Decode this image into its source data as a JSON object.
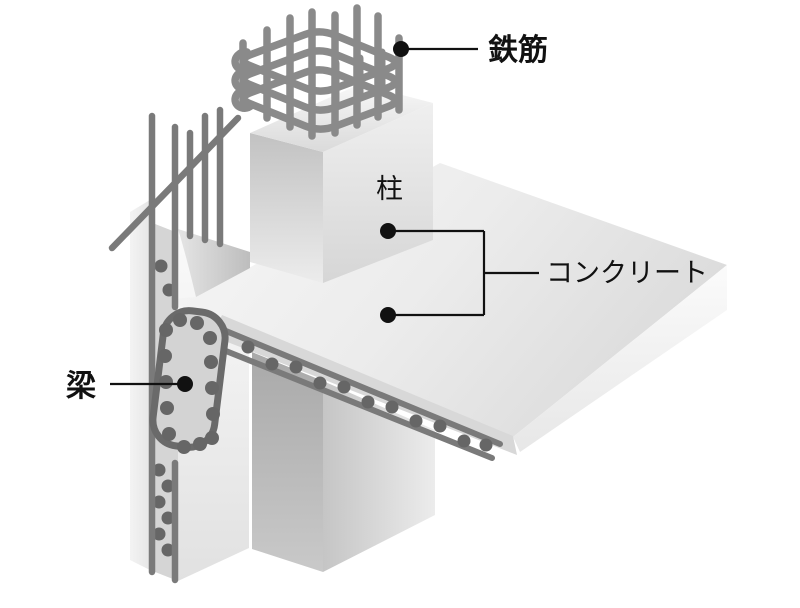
{
  "labels": {
    "rebar": {
      "text": "鉄筋"
    },
    "column": {
      "text": "柱"
    },
    "concrete": {
      "text": "コンクリート"
    },
    "beam": {
      "text": "梁"
    }
  },
  "colors": {
    "rebar": "#8a8a8a",
    "rebar_mid": "#7a7a7a",
    "rebar_dark": "#6a6a6a",
    "dot": "#666666",
    "ink": "#111111",
    "concrete_light": "#f2f2f2",
    "concrete_mid": "#d6d6d6",
    "concrete_dark": "#aaaaaa",
    "background": "#ffffff"
  }
}
